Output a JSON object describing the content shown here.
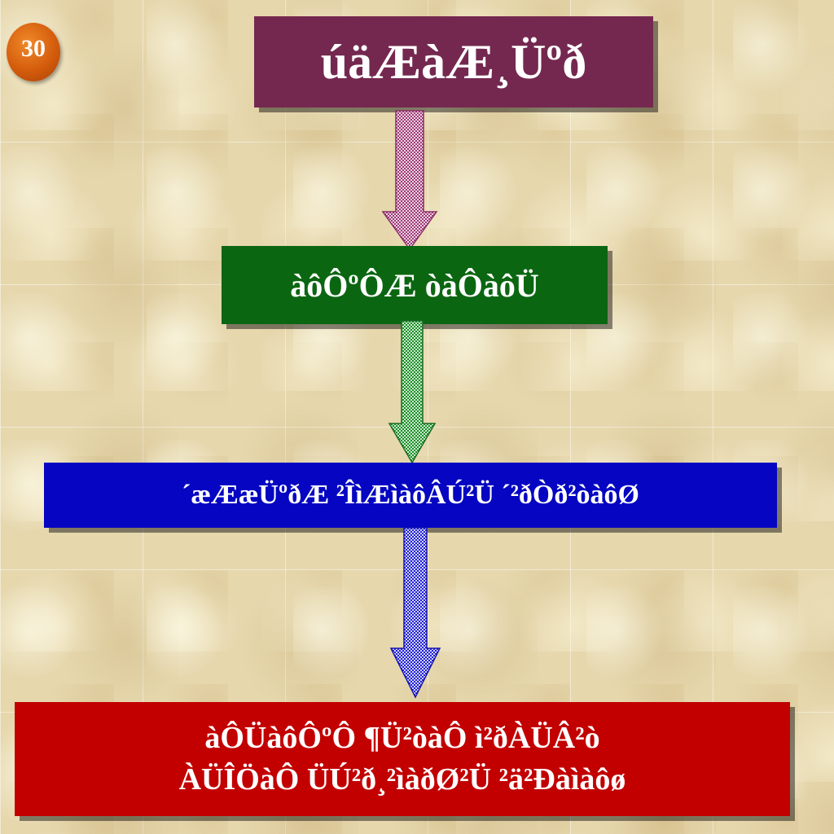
{
  "page_number": "30",
  "boxes": {
    "box1": "úäÆàÆ¸Üºð",
    "box2": "àôÔºÔÆ òàÔàôÜ",
    "box3": "´æÆæÜºðÆ ²ÎìÆìàôÂÚ²Ü ´²ðÒð²òàôØ",
    "box4_line1": "àÔÜàôÔºÔ ¶Ü²òàÔ ì²ðÀÜÂ²ò",
    "box4_line2": "ÀÜÎÖàÔ ÜÚ²ð¸²ìàðØ²Ü ²ä²Ðàìàôø"
  },
  "colors": {
    "box1": "#74284f",
    "box2": "#0b6611",
    "box3": "#0505c2",
    "box4": "#c20000",
    "arrow1": "#d9a6c8",
    "arrow2": "#8fd19a",
    "arrow3": "#8c8cf2",
    "badge": "#d45c0c"
  }
}
